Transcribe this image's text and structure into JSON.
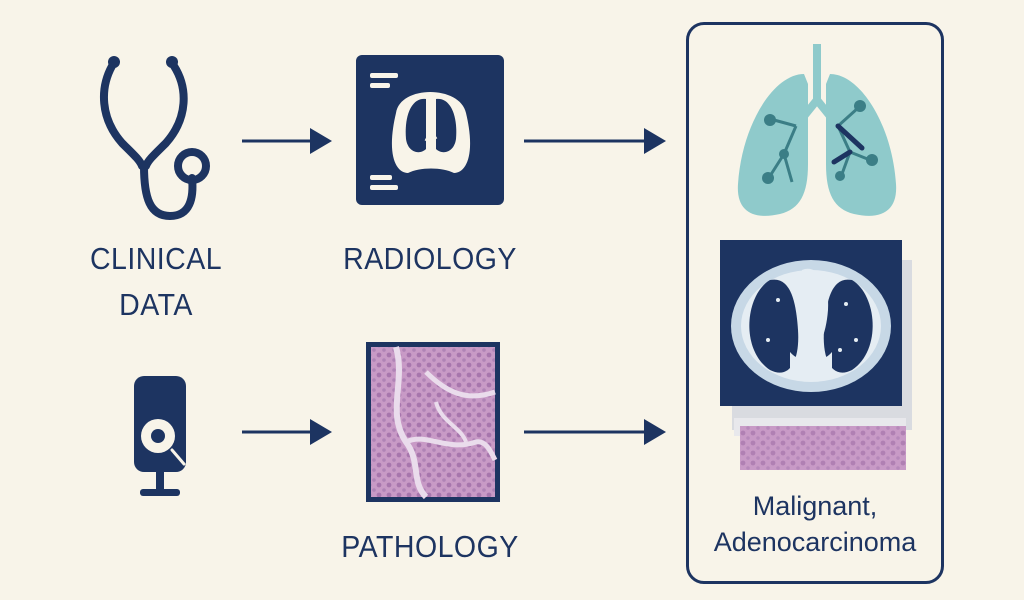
{
  "inputs": {
    "clinical": {
      "line1": "CLINICAL",
      "line2": "DATA",
      "icon": "stethoscope-icon"
    },
    "device": {
      "icon": "wearable-device-icon"
    }
  },
  "modalities": {
    "radiology": {
      "label": "RADIOLOGY",
      "icon": "chest-xray-icon"
    },
    "pathology": {
      "label": "PATHOLOGY",
      "icon": "histology-slide-icon"
    }
  },
  "result": {
    "line1": "Malignant,",
    "line2": "Adenocarcinoma"
  },
  "colors": {
    "navy": "#1d3461",
    "background": "#f8f4e9",
    "lung_teal": "#8fcacb",
    "tissue_pink": "#c89ac6"
  }
}
